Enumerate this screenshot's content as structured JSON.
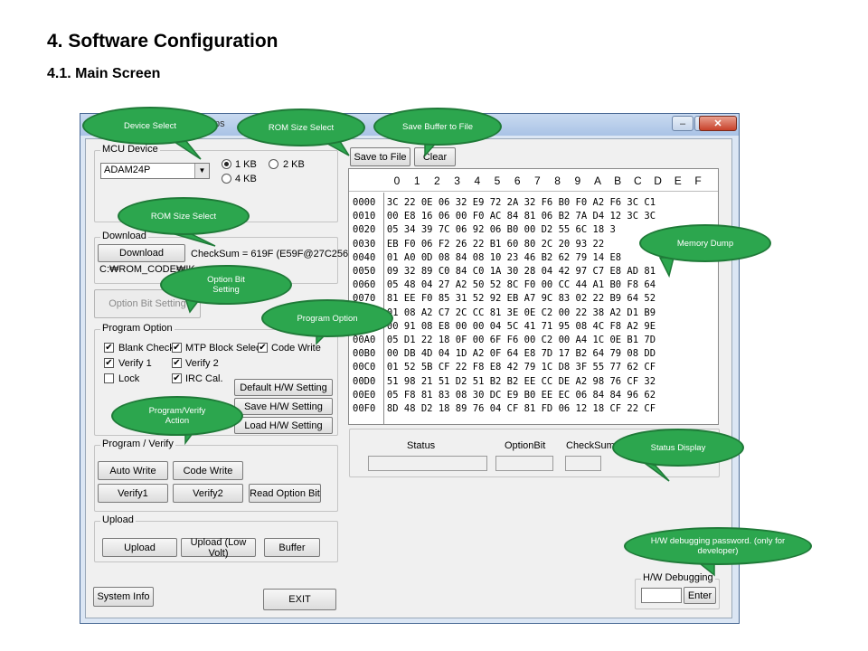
{
  "doc": {
    "title": "4. Software Configuration",
    "subtitle": "4.1.  Main Screen"
  },
  "window": {
    "title_fragment": "ps",
    "minimize": "–",
    "maximize": "□",
    "close": "✕"
  },
  "toolbar": {
    "save_to_file": "Save to File",
    "clear": "Clear"
  },
  "mcu": {
    "group": "MCU Device",
    "device": "ADAM24P",
    "rom_sizes": [
      "1 KB",
      "2 KB",
      "4 KB"
    ],
    "selected_rom": "1 KB"
  },
  "download": {
    "group": "Download",
    "button": "Download",
    "checksum": "CheckSum = 619F (E59F@27C256)",
    "path": "C:₩ROM_CODE₩IK"
  },
  "option_bit_setting": "Option Bit Setting",
  "program_option": {
    "group": "Program Option",
    "checks": [
      {
        "label": "Blank Check",
        "checked": true
      },
      {
        "label": "MTP Block Select",
        "checked": true
      },
      {
        "label": "Code Write",
        "checked": true
      },
      {
        "label": "Verify 1",
        "checked": true
      },
      {
        "label": "Verify 2",
        "checked": true
      },
      {
        "label": "Lock",
        "checked": false
      },
      {
        "label": "IRC Cal.",
        "checked": true
      }
    ],
    "default_hw": "Default H/W Setting",
    "save_hw": "Save H/W Setting",
    "load_hw": "Load H/W Setting"
  },
  "program_verify": {
    "group": "Program / Verify",
    "auto_write": "Auto Write",
    "code_write": "Code Write",
    "verify1": "Verify1",
    "verify2": "Verify2",
    "read_option_bit": "Read Option Bit"
  },
  "upload": {
    "group": "Upload",
    "upload": "Upload",
    "upload_low": "Upload (Low Volt)",
    "buffer": "Buffer"
  },
  "system_info": "System Info",
  "exit": "EXIT",
  "status": {
    "status_label": "Status",
    "optionbit_label": "OptionBit",
    "checksum_label": "CheckSum"
  },
  "hw_debugging": {
    "group": "H/W Debugging",
    "enter": "Enter"
  },
  "memory": {
    "columns": [
      "0",
      "1",
      "2",
      "3",
      "4",
      "5",
      "6",
      "7",
      "8",
      "9",
      "A",
      "B",
      "C",
      "D",
      "E",
      "F"
    ],
    "rows": [
      "0000  3C 22 0E 06 32 E9 72 2A 32 F6 B0 F0 A2 F6 3C C1",
      "0010  00 E8 16 06 00 F0 AC 84 81 06 B2 7A D4 12 3C 3C",
      "0020  05 34 39 7C 06 92 06 B0 00 D2 55 6C 18 3",
      "0030  EB F0 06 F2 26 22 B1 60 80 2C 20 93 22",
      "0040  01 A0 0D 08 84 08 10 23 46 B2 62 79 14 E8",
      "0050  09 32 89 C0 84 C0 1A 30 28 04 42 97 C7 E8 AD 81",
      "0060  05 48 04 27 A2 50 52 8C F0 00 CC 44 A1 B0 F8 64",
      "0070  81 EE F0 85 31 52 92 EB A7 9C 83 02 22 B9 64 52",
      "0080  01 08 A2 C7 2C CC 81 3E 0E C2 00 22 38 A2 D1 B9",
      "0090  00 91 08 E8 00 00 04 5C 41 71 95 08 4C F8 A2 9E",
      "00A0  05 D1 22 18 0F 00 6F F6 00 C2 00 A4 1C 0E B1 7D",
      "00B0  00 DB 4D 04 1D A2 0F 64 E8 7D 17 B2 64 79 08 DD",
      "00C0  01 52 5B CF 22 F8 E8 42 79 1C D8 3F 55 77 62 CF",
      "00D0  51 98 21 51 D2 51 B2 B2 EE CC DE A2 98 76 CF 32",
      "00E0  05 F8 81 83 08 30 DC E9 B0 EE EC 06 84 84 96 62",
      "00F0  8D 48 D2 18 89 76 04 CF 81 FD 06 12 18 CF 22 CF"
    ]
  },
  "callouts": {
    "device_select": "Device Select",
    "rom_size_select_top": "ROM Size Select",
    "save_buffer": "Save Buffer to File",
    "rom_size_select_left": "ROM Size Select",
    "memory_dump": "Memory Dump",
    "option_bit": "Option Bit Setting",
    "program_option": "Program Option",
    "program_verify": "Program/Verify Action",
    "status_display": "Status Display",
    "hw_password": "H/W debugging password. (only for developer)"
  },
  "colors": {
    "callout": "#2ca64e",
    "window_frame": "#4a6a95"
  }
}
